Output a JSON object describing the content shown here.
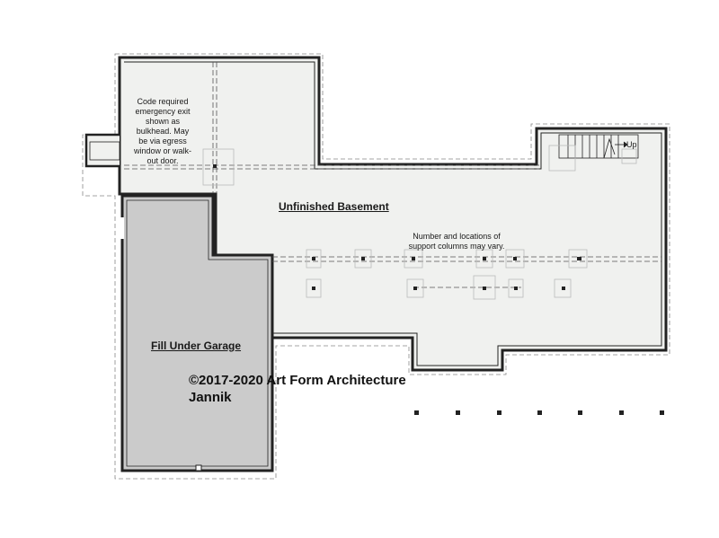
{
  "plan": {
    "rooms": {
      "basement": "Unfinished Basement",
      "garage_fill": "Fill Under Garage"
    },
    "notes": {
      "egress": "Code required emergency exit shown as bulkhead. May be via egress window or walk-out door.",
      "columns": "Number and locations of support columns may vary.",
      "stair": "Up"
    },
    "copyright": "©2017-2020 Art Form Architecture",
    "plan_name": "Jannik"
  },
  "colors": {
    "floor_fill": "#f0f1ef",
    "garage_fill": "#cbcbcb",
    "wall": "#222222",
    "grid_dash": "#555555",
    "pad_outline": "#bbbbbb"
  }
}
